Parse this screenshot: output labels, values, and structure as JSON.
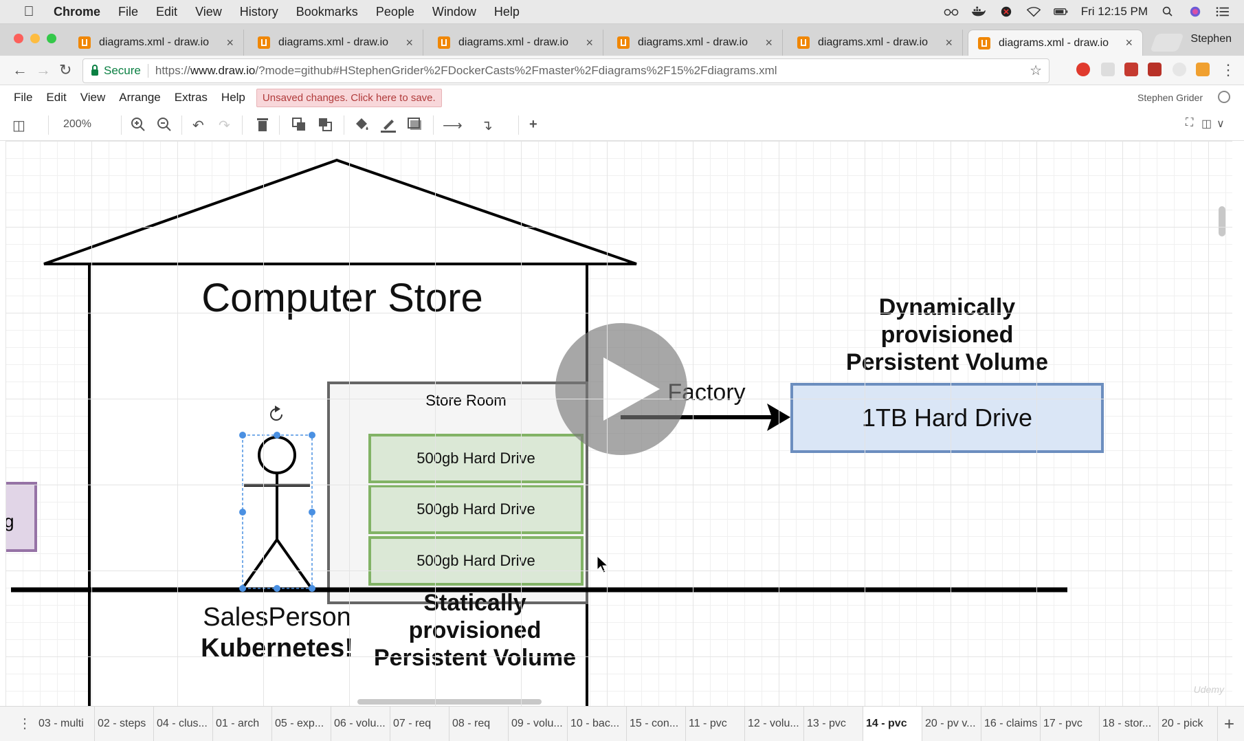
{
  "menubar": {
    "app": "Chrome",
    "items": [
      "File",
      "Edit",
      "View",
      "History",
      "Bookmarks",
      "People",
      "Window",
      "Help"
    ],
    "clock": "Fri 12:15 PM"
  },
  "browser": {
    "tabs": [
      {
        "title": "diagrams.xml - draw.io"
      },
      {
        "title": "diagrams.xml - draw.io"
      },
      {
        "title": "diagrams.xml - draw.io"
      },
      {
        "title": "diagrams.xml - draw.io"
      },
      {
        "title": "diagrams.xml - draw.io"
      },
      {
        "title": "diagrams.xml - draw.io"
      }
    ],
    "profile": "Stephen",
    "secure_label": "Secure",
    "url_scheme": "https://",
    "url_host": "www.draw.io",
    "url_rest": "/?mode=github#HStephenGrider%2FDockerCasts%2Fmaster%2Fdiagrams%2F15%2Fdiagrams.xml"
  },
  "drawio": {
    "menu": [
      "File",
      "Edit",
      "View",
      "Arrange",
      "Extras",
      "Help"
    ],
    "unsaved": "Unsaved changes. Click here to save.",
    "user": "Stephen Grider",
    "zoom": "200%"
  },
  "diagram": {
    "store_title": "Computer Store",
    "store_room": "Store Room",
    "drives": [
      "500gb Hard Drive",
      "500gb Hard Drive",
      "500gb Hard Drive"
    ],
    "static_label": [
      "Statically",
      "provisioned",
      "Persistent Volume"
    ],
    "sales_person": "SalesPerson",
    "kubernetes": "Kubernetes!",
    "factory": "Factory",
    "dynamic_label": [
      "Dynamically",
      "provisioned",
      "Persistent Volume"
    ],
    "big_drive": "1TB Hard Drive",
    "left_box_fragment": "g"
  },
  "pages": [
    {
      "label": "03 - multi",
      "active": false
    },
    {
      "label": "02 - steps",
      "active": false
    },
    {
      "label": "04 - clus...",
      "active": false
    },
    {
      "label": "01 - arch",
      "active": false
    },
    {
      "label": "05 - exp...",
      "active": false
    },
    {
      "label": "06 - volu...",
      "active": false
    },
    {
      "label": "07 - req",
      "active": false
    },
    {
      "label": "08 - req",
      "active": false
    },
    {
      "label": "09 - volu...",
      "active": false
    },
    {
      "label": "10 - bac...",
      "active": false
    },
    {
      "label": "15 - con...",
      "active": false
    },
    {
      "label": "11 - pvc",
      "active": false
    },
    {
      "label": "12 - volu...",
      "active": false
    },
    {
      "label": "13 - pvc",
      "active": false
    },
    {
      "label": "14 - pvc",
      "active": true
    },
    {
      "label": "20 - pv v...",
      "active": false
    },
    {
      "label": "16 - claims",
      "active": false
    },
    {
      "label": "17 - pvc",
      "active": false
    },
    {
      "label": "18 - stor...",
      "active": false
    },
    {
      "label": "20 - pick",
      "active": false
    }
  ],
  "watermark": "Udemy"
}
